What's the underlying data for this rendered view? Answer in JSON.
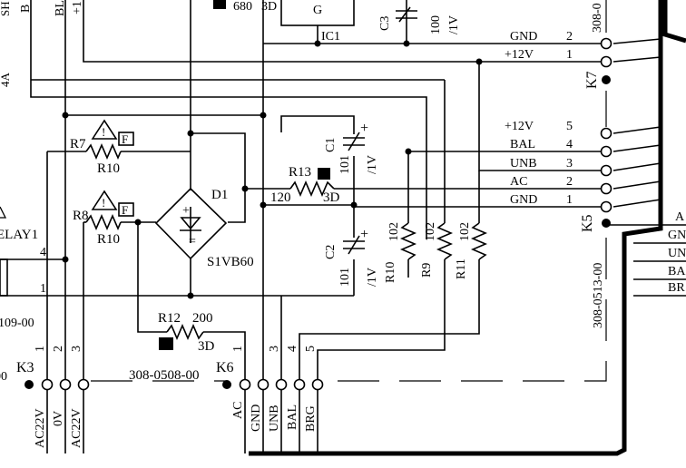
{
  "left_cut": {
    "sh": "SH",
    "4a": "4A",
    "b1": "B",
    "bl": "BL",
    "p12": "+1",
    "relay": "ELAY1",
    "code": "109-00",
    "zz": "00"
  },
  "top": {
    "part_680": "680",
    "part_680_3d": "3D",
    "ic_g": "G",
    "ic_label": "IC1",
    "c3_ref": "C3",
    "c3_val": "100",
    "c3_volt": "/1V",
    "k7_code": "308-0"
  },
  "k7": {
    "ref": "K7",
    "pins": [
      {
        "num": "2",
        "name": "GND"
      },
      {
        "num": "1",
        "name": "+12V"
      }
    ]
  },
  "k5": {
    "ref": "K5",
    "code": "308-0513-00",
    "pins": [
      {
        "num": "5",
        "name": "+12V"
      },
      {
        "num": "4",
        "name": "BAL"
      },
      {
        "num": "3",
        "name": "UNB"
      },
      {
        "num": "2",
        "name": "AC"
      },
      {
        "num": "1",
        "name": "GND"
      }
    ]
  },
  "right_out": {
    "labels": [
      "A",
      "GN",
      "UN",
      "BA",
      "BR"
    ]
  },
  "r7": {
    "ref": "R7",
    "value": "R10"
  },
  "r8": {
    "ref": "R8",
    "value": "R10"
  },
  "fuse_mark": "F",
  "d1": {
    "ref": "D1",
    "part": "S1VB60"
  },
  "c1": {
    "ref": "C1",
    "value": "101",
    "volt": "/1V"
  },
  "c2": {
    "ref": "C2",
    "value": "101",
    "volt": "/1V"
  },
  "r13": {
    "ref": "R13",
    "value": "120",
    "value2": "3D"
  },
  "r10": {
    "ref": "R10",
    "value": "102"
  },
  "r9": {
    "ref": "R9",
    "value": "102"
  },
  "r11": {
    "ref": "R11",
    "value": "102"
  },
  "r12": {
    "ref": "R12",
    "value": "200",
    "value2": "3D"
  },
  "relay_pins": {
    "p4": "4",
    "p1": "1"
  },
  "k3": {
    "ref": "K3",
    "pins": [
      {
        "num": "1",
        "name": "AC22V"
      },
      {
        "num": "2",
        "name": "0V"
      },
      {
        "num": "3",
        "name": "AC22V"
      }
    ]
  },
  "k6": {
    "ref": "K6",
    "code": "308-0508-00",
    "pins": [
      {
        "num": "1",
        "name": "AC"
      },
      {
        "num": "2",
        "name": "GND"
      },
      {
        "num": "3",
        "name": "UNB"
      },
      {
        "num": "4",
        "name": "BAL"
      },
      {
        "num": "5",
        "name": "BRG"
      }
    ]
  }
}
